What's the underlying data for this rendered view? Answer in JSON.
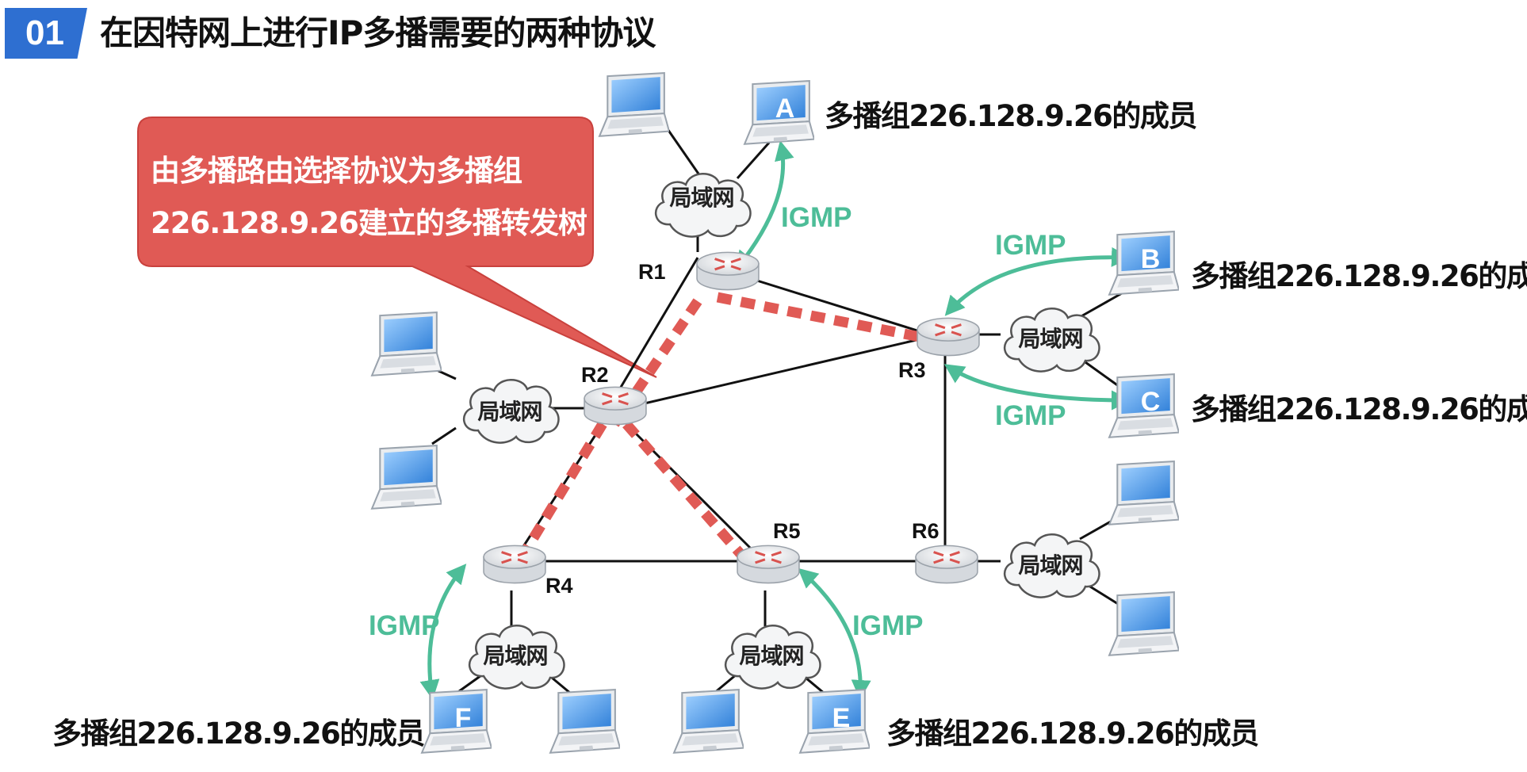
{
  "header": {
    "number": "01",
    "title": "在因特网上进行IP多播需要的两种协议"
  },
  "callout": {
    "line1": "由多播路由选择协议为多播组",
    "line2": "226.128.9.26建立的多播转发树"
  },
  "routers": {
    "r1": "R1",
    "r2": "R2",
    "r3": "R3",
    "r4": "R4",
    "r5": "R5",
    "r6": "R6"
  },
  "lan_label": "局域网",
  "protocol_label": "IGMP",
  "member_label": "多播组226.128.9.26的成员",
  "hosts": {
    "a": "A",
    "b": "B",
    "c": "C",
    "e": "E",
    "f": "F"
  },
  "colors": {
    "accent": "#2e6fd1",
    "callout": "#e05a55",
    "tree": "#e05a55",
    "igmp": "#4dbd98",
    "laptop_screen": "#3b8fe3"
  }
}
